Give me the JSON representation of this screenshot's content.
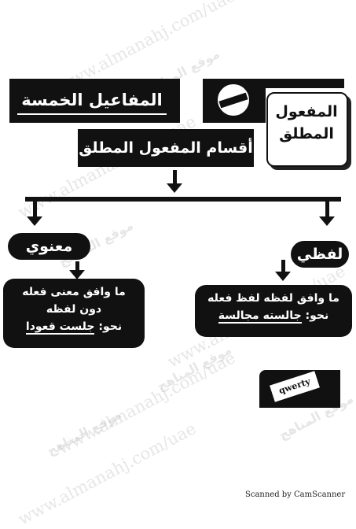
{
  "header": {
    "title": "المفاعيل الخمسة",
    "card_title_line1": "المفعول",
    "card_title_line2": "المطلق"
  },
  "section": {
    "title": "أقسام المفعول المطلق"
  },
  "branches": {
    "verbal": {
      "label": "لفظي",
      "line1": "ما وافق لفظه لفظ فعله",
      "line2_prefix": "نحو: ",
      "line2_example": "جالسته مجالسة"
    },
    "semantic": {
      "label": "معنوي",
      "line1": "ما وافق معنى فعله",
      "line2": "دون لفظه",
      "line3_prefix": "نحو: ",
      "line3_example": "جلست قعودا"
    }
  },
  "watermark": {
    "latin": "www.almanahj.com/uae",
    "arabic": "موقع المناهج"
  },
  "device": {
    "keys": "qwerty"
  },
  "footer": {
    "scanner": "Scanned by CamScanner"
  },
  "colors": {
    "ink": "#111111",
    "paper": "#ffffff",
    "watermark": "#b9b9b9"
  }
}
